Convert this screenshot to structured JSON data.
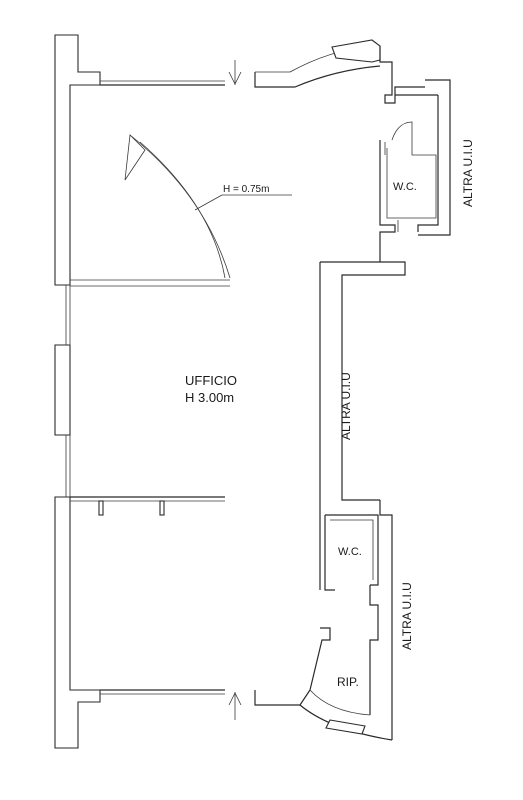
{
  "plan": {
    "main_room": {
      "name": "UFFICIO",
      "height": "H 3.00m"
    },
    "window_height": "H = 0.75m",
    "wc_top": "W.C.",
    "wc_bottom": "W.C.",
    "storage": "RIP.",
    "neighbor_top": "ALTRA U.I.U",
    "neighbor_middle": "ALTRA U.I.U",
    "neighbor_bottom": "ALTRA U.I.U"
  }
}
